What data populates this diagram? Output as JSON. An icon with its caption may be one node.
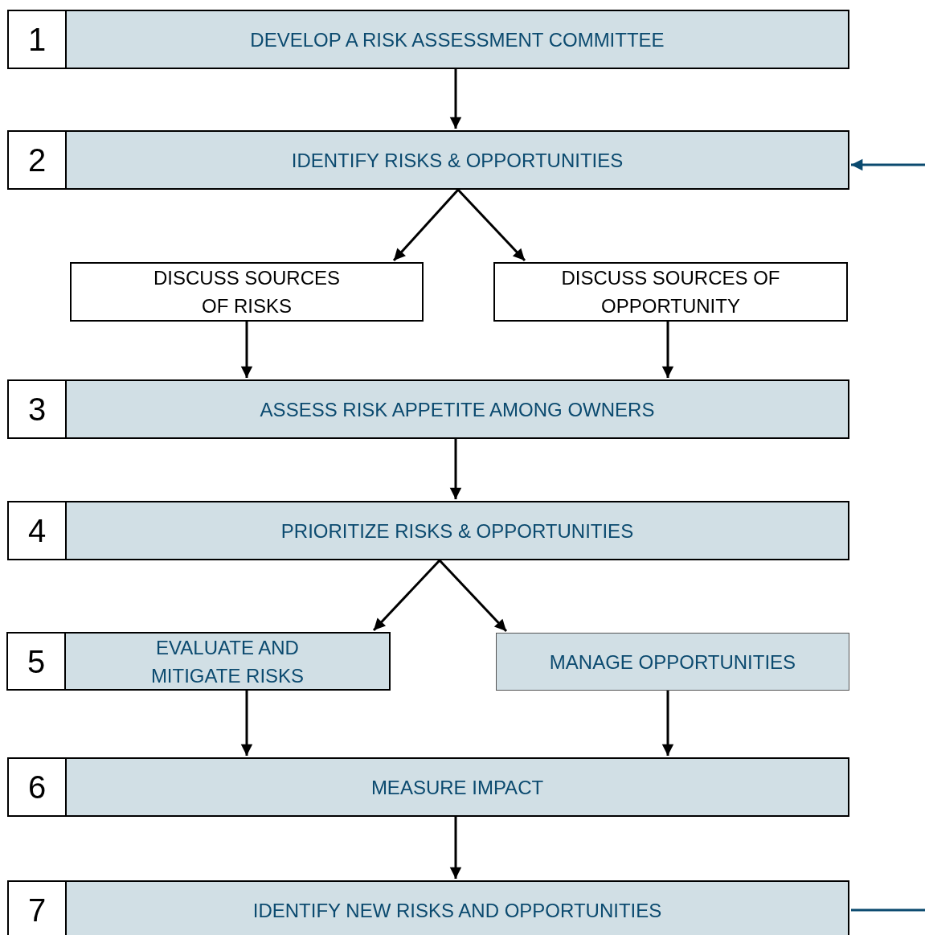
{
  "diagram": {
    "nodes": [
      {
        "text": [
          "1",
          "DEVELOP A RISK ASSESSMENT COMMITTEE"
        ]
      },
      {
        "text": [
          "2",
          "IDENTIFY RISKS & OPPORTUNITIES"
        ]
      },
      {
        "text": [
          "DISCUSS SOURCES OF RISKS"
        ]
      },
      {
        "text": [
          "DISCUSS SOURCES OF OPPORTUNITY"
        ]
      },
      {
        "text": [
          "3",
          "ASSESS RISK APPETITE AMONG OWNERS"
        ]
      },
      {
        "text": [
          "4",
          "PRIORITIZE RISKS & OPPORTUNITIES"
        ]
      },
      {
        "text": [
          "5",
          "EVALUATE AND MITIGATE RISKS"
        ]
      },
      {
        "text": [
          "MANAGE OPPORTUNITIES"
        ]
      },
      {
        "text": [
          "6",
          "MEASURE IMPACT"
        ]
      },
      {
        "text": [
          "7",
          "IDENTIFY NEW RISKS AND OPPORTUNITIES"
        ]
      }
    ],
    "edges": [
      {
        "from": 0,
        "to": 1,
        "arrow": "to"
      },
      {
        "from": 1,
        "to": 2,
        "arrow": "to"
      },
      {
        "from": 1,
        "to": 3,
        "arrow": "to"
      },
      {
        "from": 2,
        "to": 4,
        "arrow": "to"
      },
      {
        "from": 3,
        "to": 4,
        "arrow": "to"
      },
      {
        "from": 4,
        "to": 5,
        "arrow": "to"
      },
      {
        "from": 5,
        "to": 6,
        "arrow": "to"
      },
      {
        "from": 5,
        "to": 7,
        "arrow": "to"
      },
      {
        "from": 6,
        "to": 8,
        "arrow": "to"
      },
      {
        "from": 7,
        "to": 8,
        "arrow": "to"
      },
      {
        "from": 8,
        "to": 9,
        "arrow": "to"
      },
      {
        "from": null,
        "to": 1,
        "arrow": "to",
        "color": "#0b4a6f"
      },
      {
        "from": 9,
        "to": null,
        "arrow": "none",
        "color": "#0b4a6f"
      }
    ]
  }
}
